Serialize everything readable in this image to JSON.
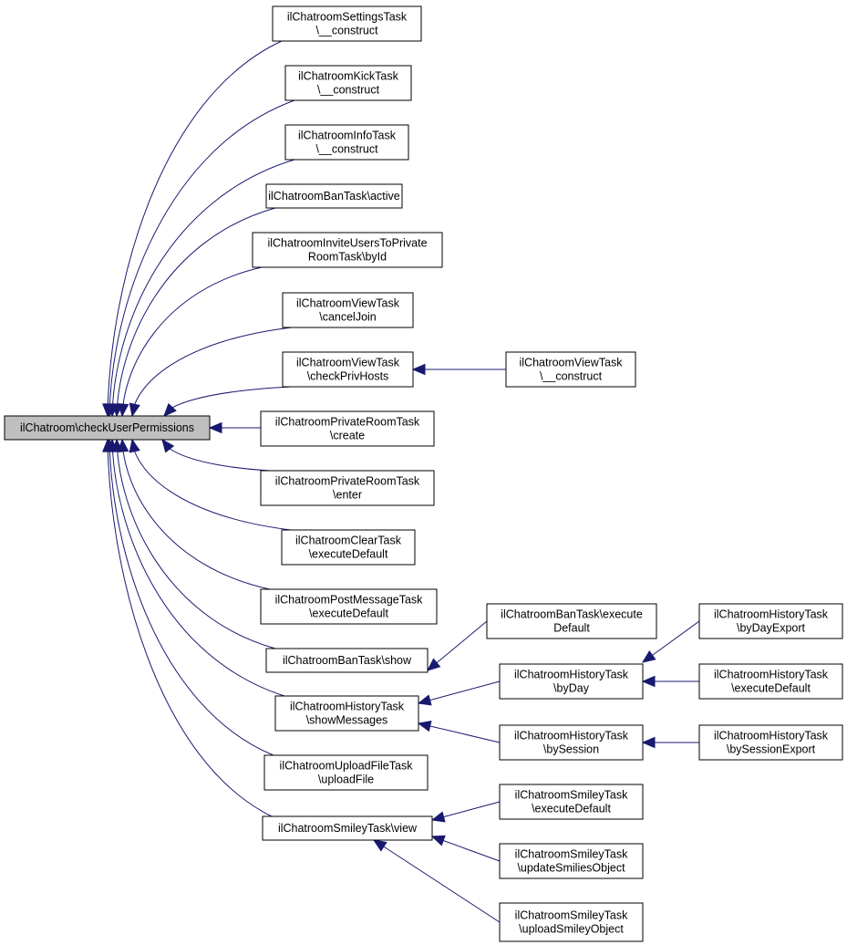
{
  "colors": {
    "edge": "#191970",
    "node_border": "#000000",
    "root_fill": "#bfbfbf",
    "node_fill": "#ffffff"
  },
  "nodes": [
    {
      "id": "root",
      "lines": [
        "ilChatroom\\checkUserPermissions"
      ]
    },
    {
      "id": "n1",
      "lines": [
        "ilChatroomSettingsTask",
        "\\__construct"
      ]
    },
    {
      "id": "n2",
      "lines": [
        "ilChatroomKickTask",
        "\\__construct"
      ]
    },
    {
      "id": "n3",
      "lines": [
        "ilChatroomInfoTask",
        "\\__construct"
      ]
    },
    {
      "id": "n4",
      "lines": [
        "ilChatroomBanTask\\active"
      ]
    },
    {
      "id": "n5",
      "lines": [
        "ilChatroomInviteUsersToPrivate",
        "RoomTask\\byId"
      ]
    },
    {
      "id": "n6",
      "lines": [
        "ilChatroomViewTask",
        "\\cancelJoin"
      ]
    },
    {
      "id": "n7",
      "lines": [
        "ilChatroomViewTask",
        "\\checkPrivHosts"
      ]
    },
    {
      "id": "n8",
      "lines": [
        "ilChatroomPrivateRoomTask",
        "\\create"
      ]
    },
    {
      "id": "n9",
      "lines": [
        "ilChatroomPrivateRoomTask",
        "\\enter"
      ]
    },
    {
      "id": "n10",
      "lines": [
        "ilChatroomClearTask",
        "\\executeDefault"
      ]
    },
    {
      "id": "n11",
      "lines": [
        "ilChatroomPostMessageTask",
        "\\executeDefault"
      ]
    },
    {
      "id": "n12",
      "lines": [
        "ilChatroomBanTask\\show"
      ]
    },
    {
      "id": "n13",
      "lines": [
        "ilChatroomHistoryTask",
        "\\showMessages"
      ]
    },
    {
      "id": "n14",
      "lines": [
        "ilChatroomUploadFileTask",
        "\\uploadFile"
      ]
    },
    {
      "id": "n15",
      "lines": [
        "ilChatroomSmileyTask\\view"
      ]
    },
    {
      "id": "n16",
      "lines": [
        "ilChatroomViewTask",
        "\\__construct"
      ]
    },
    {
      "id": "n17",
      "lines": [
        "ilChatroomBanTask\\execute",
        "Default"
      ]
    },
    {
      "id": "n18",
      "lines": [
        "ilChatroomHistoryTask",
        "\\byDay"
      ]
    },
    {
      "id": "n19",
      "lines": [
        "ilChatroomHistoryTask",
        "\\bySession"
      ]
    },
    {
      "id": "n20",
      "lines": [
        "ilChatroomSmileyTask",
        "\\executeDefault"
      ]
    },
    {
      "id": "n21",
      "lines": [
        "ilChatroomSmileyTask",
        "\\updateSmiliesObject"
      ]
    },
    {
      "id": "n22",
      "lines": [
        "ilChatroomSmileyTask",
        "\\uploadSmileyObject"
      ]
    },
    {
      "id": "n23",
      "lines": [
        "ilChatroomHistoryTask",
        "\\byDayExport"
      ]
    },
    {
      "id": "n24",
      "lines": [
        "ilChatroomHistoryTask",
        "\\executeDefault"
      ]
    },
    {
      "id": "n25",
      "lines": [
        "ilChatroomHistoryTask",
        "\\bySessionExport"
      ]
    }
  ],
  "edges": [
    {
      "from": "n1",
      "to": "root"
    },
    {
      "from": "n2",
      "to": "root"
    },
    {
      "from": "n3",
      "to": "root"
    },
    {
      "from": "n4",
      "to": "root"
    },
    {
      "from": "n5",
      "to": "root"
    },
    {
      "from": "n6",
      "to": "root"
    },
    {
      "from": "n7",
      "to": "root"
    },
    {
      "from": "n8",
      "to": "root"
    },
    {
      "from": "n9",
      "to": "root"
    },
    {
      "from": "n10",
      "to": "root"
    },
    {
      "from": "n11",
      "to": "root"
    },
    {
      "from": "n12",
      "to": "root"
    },
    {
      "from": "n13",
      "to": "root"
    },
    {
      "from": "n14",
      "to": "root"
    },
    {
      "from": "n15",
      "to": "root"
    },
    {
      "from": "n16",
      "to": "n7"
    },
    {
      "from": "n17",
      "to": "n12"
    },
    {
      "from": "n18",
      "to": "n13"
    },
    {
      "from": "n19",
      "to": "n13"
    },
    {
      "from": "n20",
      "to": "n15"
    },
    {
      "from": "n21",
      "to": "n15"
    },
    {
      "from": "n22",
      "to": "n15"
    },
    {
      "from": "n23",
      "to": "n18"
    },
    {
      "from": "n24",
      "to": "n18"
    },
    {
      "from": "n25",
      "to": "n19"
    }
  ]
}
